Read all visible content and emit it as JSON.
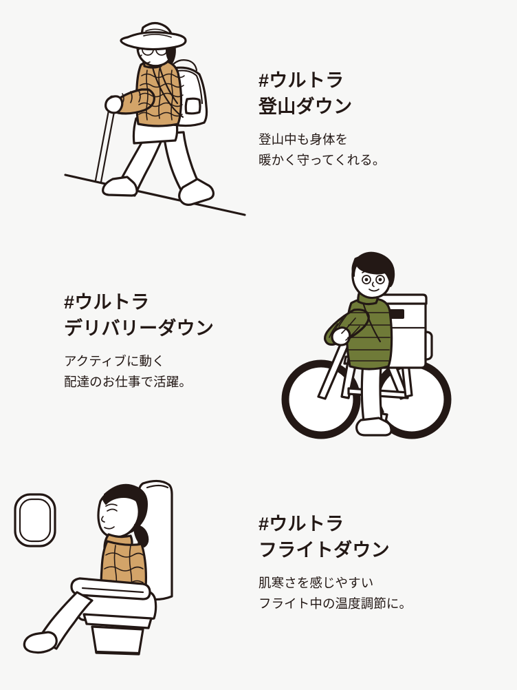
{
  "page": {
    "background_color": "#f7f7f6",
    "text_color": "#231815",
    "accent_tan": "#d3a469",
    "accent_olive": "#6f7a38"
  },
  "blocks": [
    {
      "id": "hiking",
      "headline": "#ウルトラ\n登山ダウン",
      "subcopy": "登山中も身体を\n暖かく守ってくれる。",
      "illustration_name": "hiker-on-slope-illustration",
      "illustration_alt": "帽子とメガネの登山者がトレッキングポールを持ち、タンのキルティングダウンとバックパックで坂道を登っている",
      "jacket_color": "#d3a469",
      "layout": "illustration-left"
    },
    {
      "id": "delivery",
      "headline": "#ウルトラ\nデリバリーダウン",
      "subcopy": "アクティブに動く\n配達のお仕事で活躍。",
      "illustration_name": "delivery-cyclist-illustration",
      "illustration_alt": "オリーブグリーンのダウンジャケットを着た配達員が白い配達ボックスを背負い自転車に乗っている",
      "jacket_color": "#6f7a38",
      "layout": "illustration-right"
    },
    {
      "id": "flight",
      "headline": "#ウルトラ\nフライトダウン",
      "subcopy": "肌寒さを感じやすい\nフライト中の温度調節に。",
      "illustration_name": "airplane-seat-passenger-illustration",
      "illustration_alt": "タンのキルティングダウンを着た人が飛行機の座席で窓の横に座り眠っている",
      "jacket_color": "#d3a469",
      "layout": "illustration-left"
    }
  ],
  "icons": {
    "hiker": "hiker-icon",
    "bicycle": "bicycle-icon",
    "airplane_window": "airplane-window-icon",
    "delivery_box": "delivery-box-icon",
    "backpack": "backpack-icon",
    "trekking_pole": "trekking-pole-icon",
    "slope": "slope-line-icon"
  }
}
